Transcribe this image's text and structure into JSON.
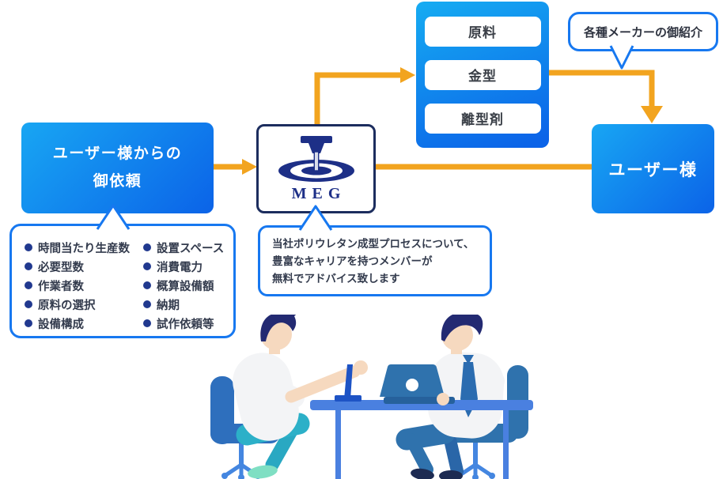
{
  "colors": {
    "accent_orange": "#F2A41F",
    "box_blue_start": "#18A6F3",
    "box_blue_end": "#0B63E8",
    "border_blue": "#1778F0",
    "navy": "#1C2D5E"
  },
  "flow": {
    "request_box": {
      "lines": [
        "ユーザー様からの",
        "御依頼"
      ]
    },
    "meg": {
      "label": "MEG"
    },
    "suppliers": {
      "items": [
        "原料",
        "金型",
        "離型剤"
      ]
    },
    "maker_bubble": {
      "text": "各種メーカーの御紹介"
    },
    "user_box": {
      "label": "ユーザー様"
    },
    "request_details": {
      "column_left": [
        "時間当たり生産数",
        "必要型数",
        "作業者数",
        "原料の選択",
        "設備構成"
      ],
      "column_right": [
        "設置スペース",
        "消費電力",
        "概算設備額",
        "納期",
        "試作依頼等"
      ]
    },
    "advice_bubble": {
      "lines": [
        "当社ポリウレタン成型プロセスについて、",
        "豊富なキャリアを持つメンバーが",
        "無料でアドバイス致します"
      ]
    }
  }
}
